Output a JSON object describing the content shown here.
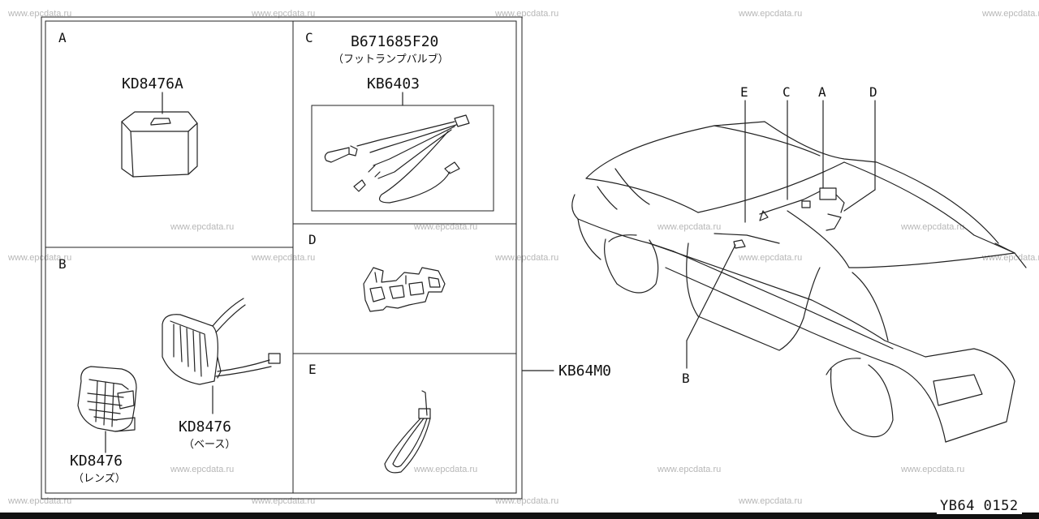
{
  "watermark": "www.epcdata.ru",
  "callouts": {
    "A": "A",
    "B": "B",
    "C": "C",
    "D": "D",
    "E": "E"
  },
  "parts": {
    "a_part": "KD8476A",
    "c_part_top": "B671685F20",
    "c_part_top_note": "（フットランプバルブ）",
    "c_part_harness": "KB6403",
    "b_part_base": "KD8476",
    "b_part_base_note": "（ベース）",
    "b_part_lens": "KD8476",
    "b_part_lens_note": "（レンズ）",
    "kit": "KB64M0"
  },
  "page_code": "YB64 0152"
}
